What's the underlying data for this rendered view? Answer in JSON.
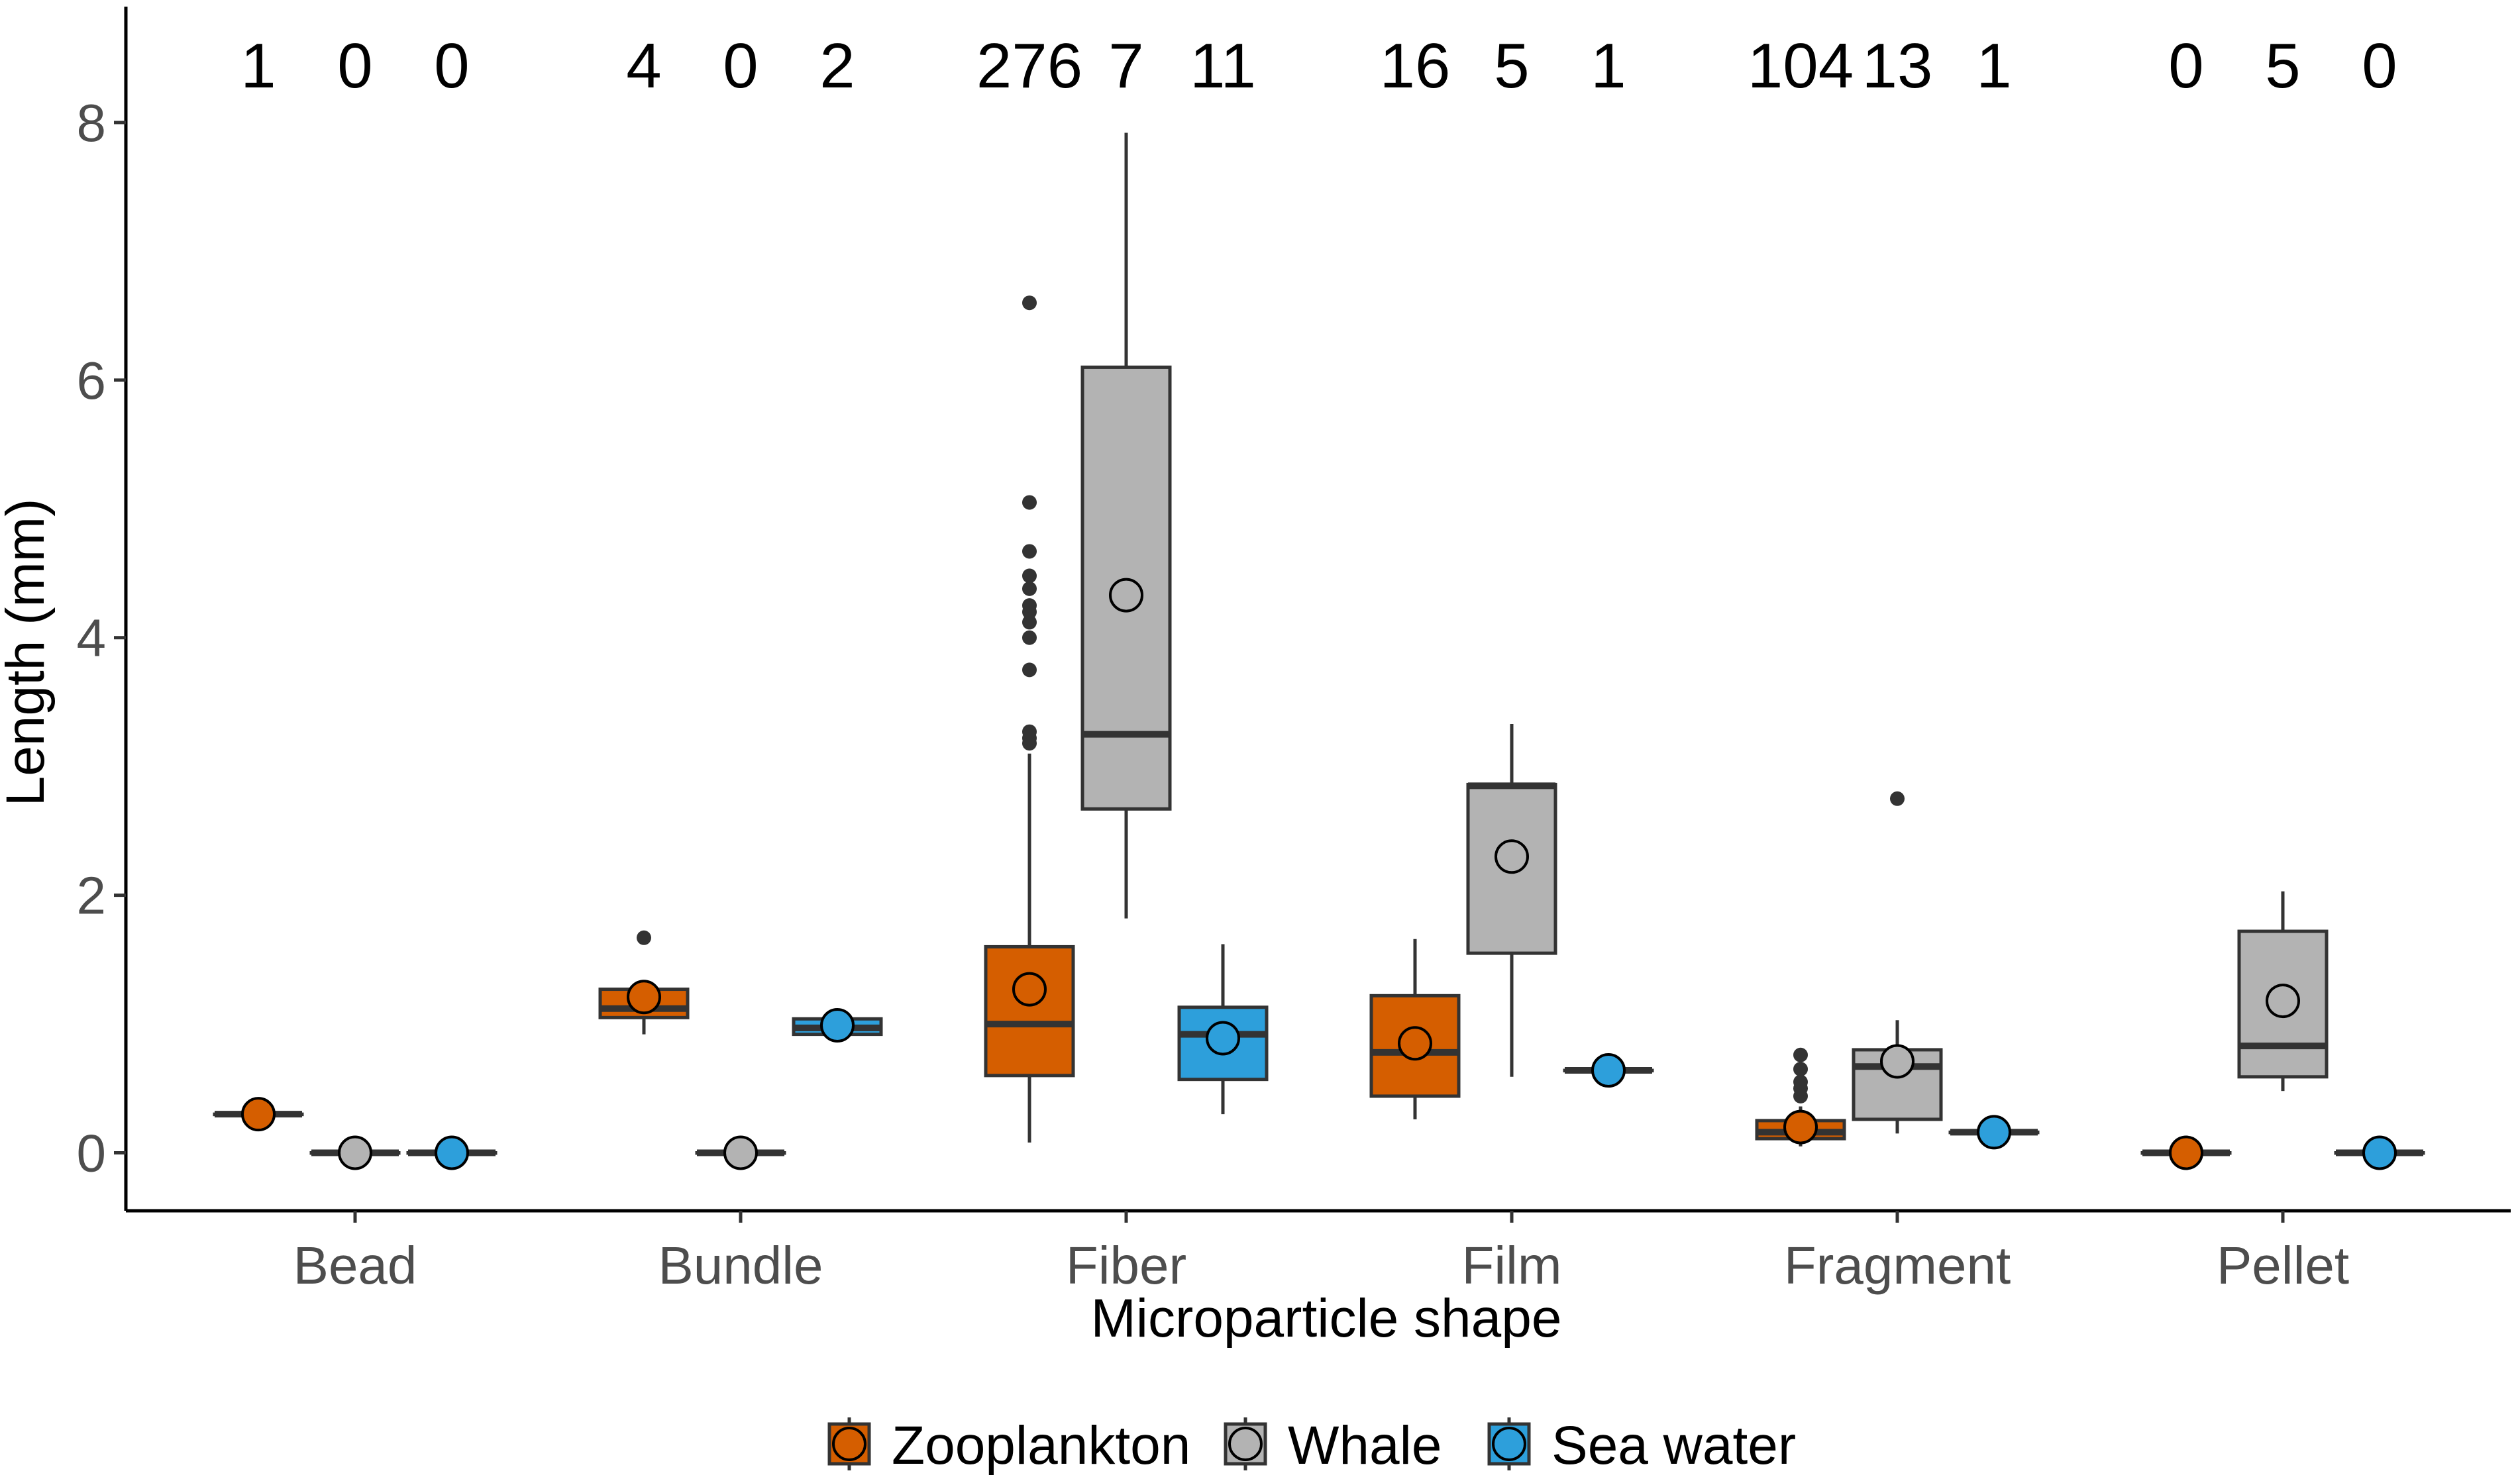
{
  "chart_data": {
    "type": "box",
    "xlabel": "Microparticle shape",
    "ylabel": "Length (mm)",
    "ylim": [
      -0.45,
      8.9
    ],
    "yticks": [
      0,
      2,
      4,
      6,
      8
    ],
    "grid": false,
    "legend_position": "bottom",
    "categories": [
      "Bead",
      "Bundle",
      "Fiber",
      "Film",
      "Fragment",
      "Pellet"
    ],
    "series": [
      {
        "name": "Zooplankton",
        "color": "#D55E00",
        "counts": [
          "1",
          "4",
          "276",
          "16",
          "104",
          "0"
        ],
        "boxes": [
          {
            "q1": 0.3,
            "median": 0.3,
            "q3": 0.3,
            "whisker_low": 0.3,
            "whisker_high": 0.3,
            "mean": 0.3,
            "outliers": []
          },
          {
            "q1": 1.05,
            "median": 1.12,
            "q3": 1.27,
            "whisker_low": 0.92,
            "whisker_high": 1.3,
            "mean": 1.21,
            "outliers": [
              1.67
            ]
          },
          {
            "q1": 0.6,
            "median": 1.0,
            "q3": 1.6,
            "whisker_low": 0.08,
            "whisker_high": 3.1,
            "mean": 1.27,
            "outliers": [
              3.18,
              3.22,
              3.27,
              3.75,
              4.0,
              4.12,
              4.2,
              4.25,
              4.38,
              4.48,
              4.67,
              5.05,
              6.6
            ]
          },
          {
            "q1": 0.44,
            "median": 0.78,
            "q3": 1.22,
            "whisker_low": 0.26,
            "whisker_high": 1.66,
            "mean": 0.85,
            "outliers": []
          },
          {
            "q1": 0.11,
            "median": 0.16,
            "q3": 0.25,
            "whisker_low": 0.05,
            "whisker_high": 0.36,
            "mean": 0.2,
            "outliers": [
              0.44,
              0.5,
              0.55,
              0.65,
              0.76
            ]
          },
          {
            "q1": 0,
            "median": 0,
            "q3": 0,
            "whisker_low": 0,
            "whisker_high": 0,
            "mean": 0,
            "outliers": []
          }
        ]
      },
      {
        "name": "Whale",
        "color": "#B3B3B3",
        "counts": [
          "0",
          "0",
          "7",
          "5",
          "13",
          "5"
        ],
        "boxes": [
          {
            "q1": 0,
            "median": 0,
            "q3": 0,
            "whisker_low": 0,
            "whisker_high": 0,
            "mean": 0,
            "outliers": []
          },
          {
            "q1": 0,
            "median": 0,
            "q3": 0,
            "whisker_low": 0,
            "whisker_high": 0,
            "mean": 0,
            "outliers": []
          },
          {
            "q1": 2.67,
            "median": 3.25,
            "q3": 6.1,
            "whisker_low": 1.82,
            "whisker_high": 7.92,
            "mean": 4.33,
            "outliers": []
          },
          {
            "q1": 1.55,
            "median": 2.85,
            "q3": 2.86,
            "whisker_low": 0.59,
            "whisker_high": 3.33,
            "mean": 2.3,
            "outliers": []
          },
          {
            "q1": 0.26,
            "median": 0.67,
            "q3": 0.8,
            "whisker_low": 0.15,
            "whisker_high": 1.03,
            "mean": 0.71,
            "outliers": [
              2.75
            ]
          },
          {
            "q1": 0.59,
            "median": 0.83,
            "q3": 1.72,
            "whisker_low": 0.48,
            "whisker_high": 2.03,
            "mean": 1.18,
            "outliers": []
          }
        ]
      },
      {
        "name": "Sea water",
        "color": "#2D9FDB",
        "counts": [
          "0",
          "2",
          "11",
          "1",
          "1",
          "0"
        ],
        "boxes": [
          {
            "q1": 0,
            "median": 0,
            "q3": 0,
            "whisker_low": 0,
            "whisker_high": 0,
            "mean": 0,
            "outliers": []
          },
          {
            "q1": 0.92,
            "median": 0.97,
            "q3": 1.04,
            "whisker_low": 0.92,
            "whisker_high": 1.04,
            "mean": 0.99,
            "outliers": []
          },
          {
            "q1": 0.57,
            "median": 0.92,
            "q3": 1.13,
            "whisker_low": 0.3,
            "whisker_high": 1.62,
            "mean": 0.89,
            "outliers": []
          },
          {
            "q1": 0.64,
            "median": 0.64,
            "q3": 0.64,
            "whisker_low": 0.64,
            "whisker_high": 0.64,
            "mean": 0.64,
            "outliers": []
          },
          {
            "q1": 0.16,
            "median": 0.16,
            "q3": 0.16,
            "whisker_low": 0.16,
            "whisker_high": 0.16,
            "mean": 0.16,
            "outliers": []
          },
          {
            "q1": 0,
            "median": 0,
            "q3": 0,
            "whisker_low": 0,
            "whisker_high": 0,
            "mean": 0,
            "outliers": []
          }
        ]
      }
    ]
  }
}
